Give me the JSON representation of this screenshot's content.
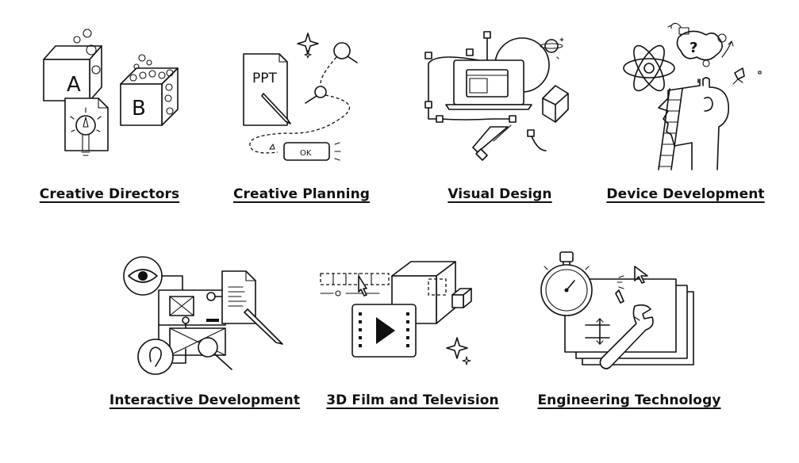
{
  "services": [
    {
      "label": "Creative Directors",
      "icon": "abc-cube-bulb-icon"
    },
    {
      "label": "Creative Planning",
      "icon": "ppt-document-plan-icon"
    },
    {
      "label": "Visual Design",
      "icon": "laptop-pen-design-icon"
    },
    {
      "label": "Device Development",
      "icon": "head-ladder-atom-icon"
    },
    {
      "label": "Interactive Development",
      "icon": "eye-ear-wireframe-icon"
    },
    {
      "label": "3D Film and Television",
      "icon": "3d-cube-video-icon"
    },
    {
      "label": "Engineering Technology",
      "icon": "stopwatch-wrench-icon"
    }
  ],
  "icon_text": {
    "cube_a": "A",
    "cube_b": "B",
    "ppt": "PPT",
    "ok": "OK",
    "question": "?"
  }
}
